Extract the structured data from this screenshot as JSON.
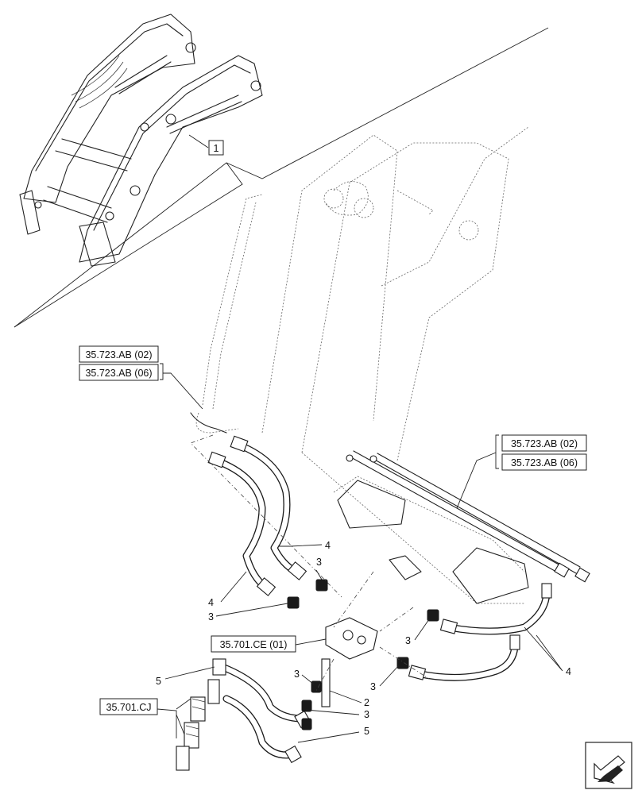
{
  "callouts": {
    "detail_ref": "1",
    "item_2": "2",
    "item_3": "3",
    "item_4": "4",
    "item_5": "5"
  },
  "references": {
    "top_left_a": "35.723.AB (02)",
    "top_left_b": "35.723.AB (06)",
    "right_a": "35.723.AB (02)",
    "right_b": "35.723.AB (06)",
    "valve": "35.701.CE (01)",
    "coupler": "35.701.CJ"
  },
  "icons": {
    "nav": "arrow-next-page-icon"
  }
}
